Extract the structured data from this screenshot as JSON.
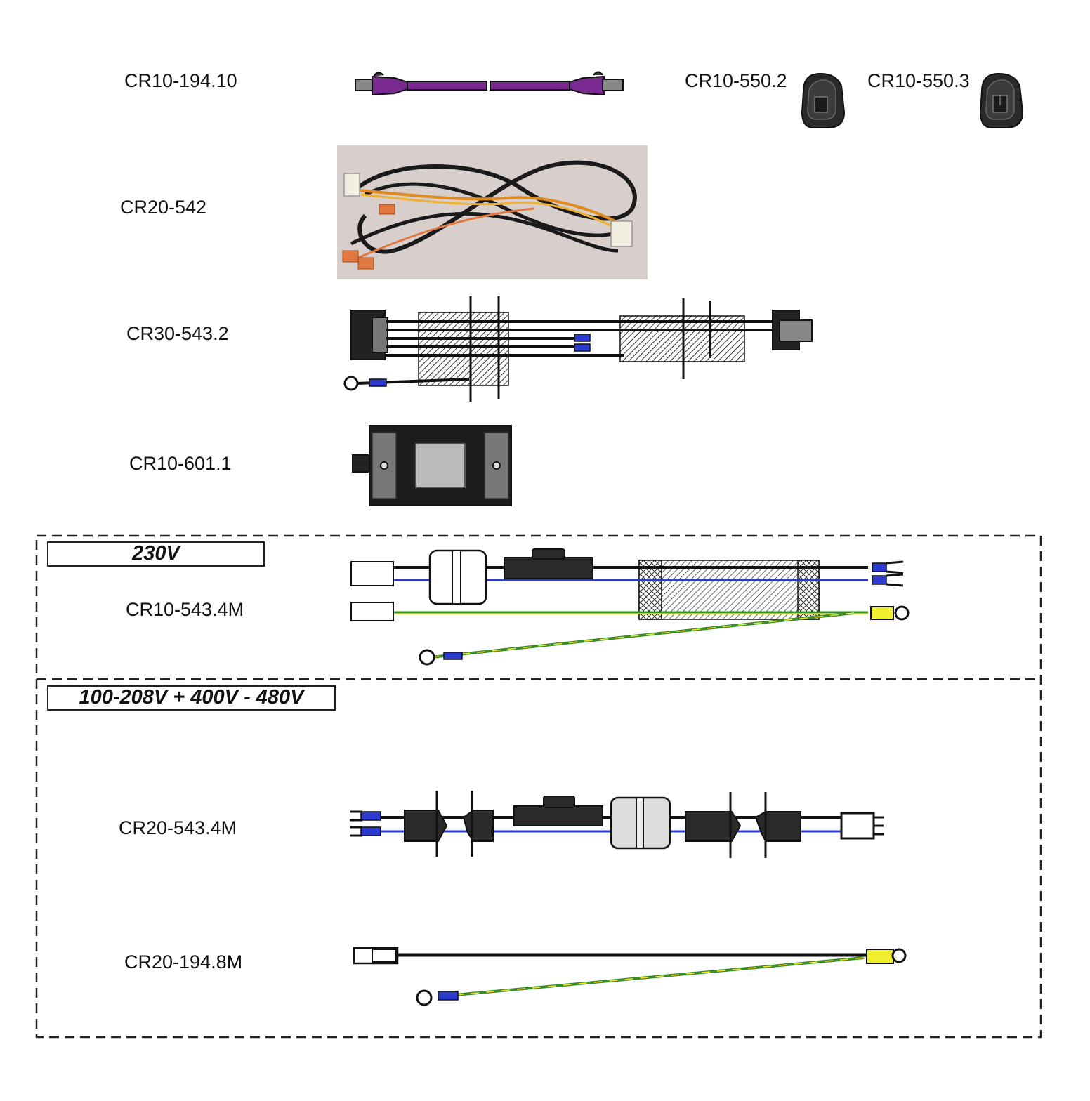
{
  "parts": {
    "cr10_194_10": "CR10-194.10",
    "cr10_550_2": "CR10-550.2",
    "cr10_550_3": "CR10-550.3",
    "cr20_542": "CR20-542",
    "cr30_543_2": "CR30-543.2",
    "cr10_601_1": "CR10-601.1",
    "cr10_543_4m": "CR10-543.4M",
    "cr20_543_4m": "CR20-543.4M",
    "cr20_194_8m": "CR20-194.8M"
  },
  "sections": {
    "v230": "230V",
    "v_multi": "100-208V + 400V - 480V"
  },
  "colors": {
    "purple_cable": "#7a2a90",
    "wire_black": "#111111",
    "wire_blue": "#2b3bd0",
    "ground_yellow": "#e8e830",
    "ground_green": "#3a8a2a",
    "connector_gray": "#999999"
  }
}
